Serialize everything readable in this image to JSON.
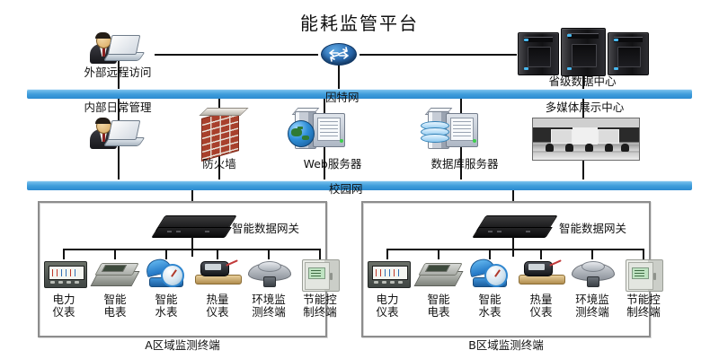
{
  "title": "能耗监管平台",
  "network_bars": [
    {
      "label": "因特网"
    },
    {
      "label": "校园网"
    }
  ],
  "top_row": {
    "remote_access": {
      "label": "外部远程访问",
      "icon": "user-laptop-icon"
    },
    "router": {
      "icon": "router-icon"
    },
    "data_center": {
      "label": "省级数据中心",
      "icon": "server-rack-icon"
    }
  },
  "middle_row": {
    "internal_mgmt": {
      "label": "内部日常管理",
      "icon": "user-laptop-icon"
    },
    "firewall": {
      "label": "防火墙",
      "icon": "brick-wall-icon"
    },
    "web_server": {
      "label": "Web服务器",
      "icon": "globe-server-icon"
    },
    "db_server": {
      "label": "数据库服务器",
      "icon": "database-server-icon"
    },
    "multimedia": {
      "label": "多媒体展示中心",
      "icon": "control-room-photo"
    }
  },
  "panels": [
    {
      "gateway_label": "智能数据网关",
      "caption": "A区域监测终端",
      "devices": [
        {
          "line1": "电力",
          "line2": "仪表",
          "icon": "power-meter-icon"
        },
        {
          "line1": "智能",
          "line2": "电表",
          "icon": "smart-electric-meter-icon"
        },
        {
          "line1": "智能",
          "line2": "水表",
          "icon": "smart-water-meter-icon"
        },
        {
          "line1": "热量",
          "line2": "仪表",
          "icon": "heat-meter-icon"
        },
        {
          "line1": "环境监",
          "line2": "测终端",
          "icon": "environment-sensor-icon"
        },
        {
          "line1": "节能控",
          "line2": "制终端",
          "icon": "control-cabinet-icon"
        }
      ]
    },
    {
      "gateway_label": "智能数据网关",
      "caption": "B区域监测终端",
      "devices": [
        {
          "line1": "电力",
          "line2": "仪表",
          "icon": "power-meter-icon"
        },
        {
          "line1": "智能",
          "line2": "电表",
          "icon": "smart-electric-meter-icon"
        },
        {
          "line1": "智能",
          "line2": "水表",
          "icon": "smart-water-meter-icon"
        },
        {
          "line1": "热量",
          "line2": "仪表",
          "icon": "heat-meter-icon"
        },
        {
          "line1": "环境监",
          "line2": "测终端",
          "icon": "environment-sensor-icon"
        },
        {
          "line1": "节能控",
          "line2": "制终端",
          "icon": "control-cabinet-icon"
        }
      ]
    }
  ],
  "colors": {
    "network_bar": "#3f9ddb",
    "line": "#111111",
    "panel_border": "#8d8d8d",
    "background": "#ffffff"
  }
}
